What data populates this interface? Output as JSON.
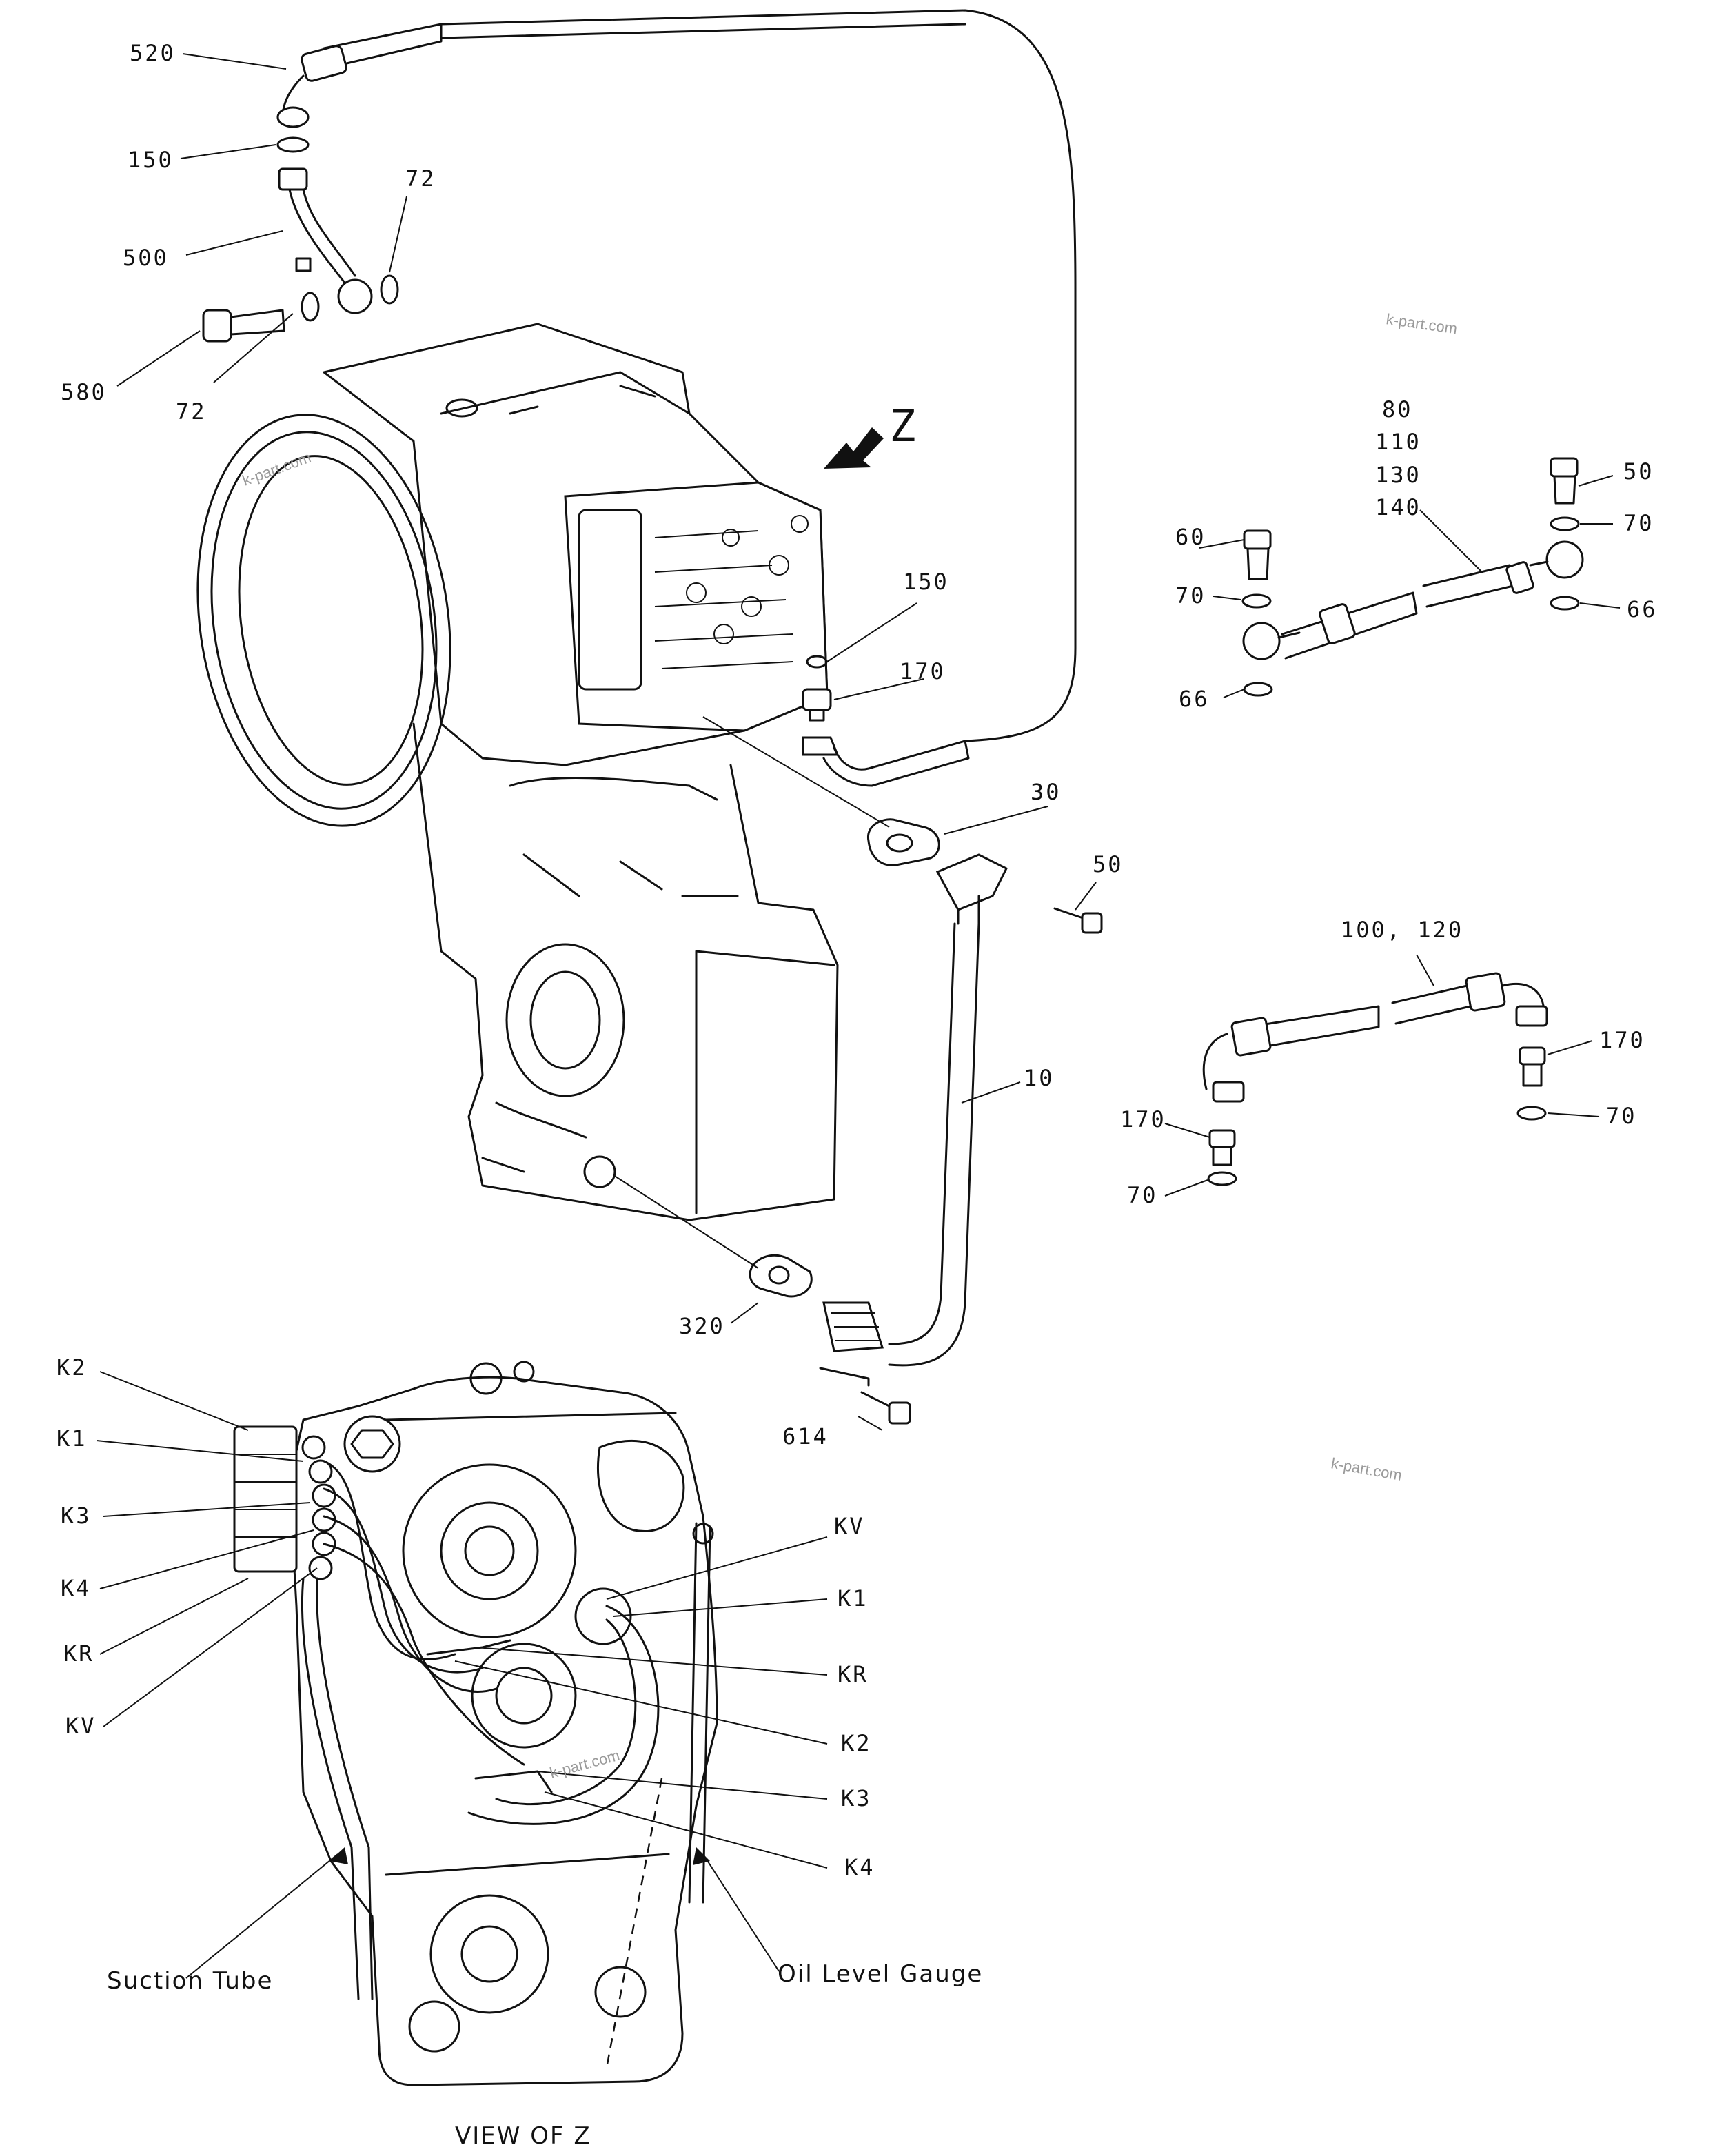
{
  "callouts": {
    "c520": "520",
    "c150a": "150",
    "c500": "500",
    "c72a": "72",
    "c580": "580",
    "c72b": "72",
    "cZ": "Z",
    "c80": "80",
    "c110": "110",
    "c130": "130",
    "c140": "140",
    "c50a": "50",
    "c70a": "70",
    "c66a": "66",
    "c60": "60",
    "c70b": "70",
    "c66b": "66",
    "c150b": "150",
    "c170a": "170",
    "c30": "30",
    "c50b": "50",
    "c10": "10",
    "c100_120": "100, 120",
    "c170b": "170",
    "c70c": "70",
    "c170c": "170",
    "c70d": "70",
    "c320": "320",
    "c614": "614"
  },
  "view_z": {
    "left": [
      "K2",
      "K1",
      "K3",
      "K4",
      "KR",
      "KV"
    ],
    "right": [
      "KV",
      "K1",
      "KR",
      "K2",
      "K3",
      "K4"
    ],
    "suction_tube": "Suction Tube",
    "oil_level_gauge": "Oil Level Gauge",
    "caption": "VIEW OF Z"
  },
  "watermarks": [
    "k-part.com",
    "k-part.com",
    "k-part.com",
    "k-part.com"
  ]
}
